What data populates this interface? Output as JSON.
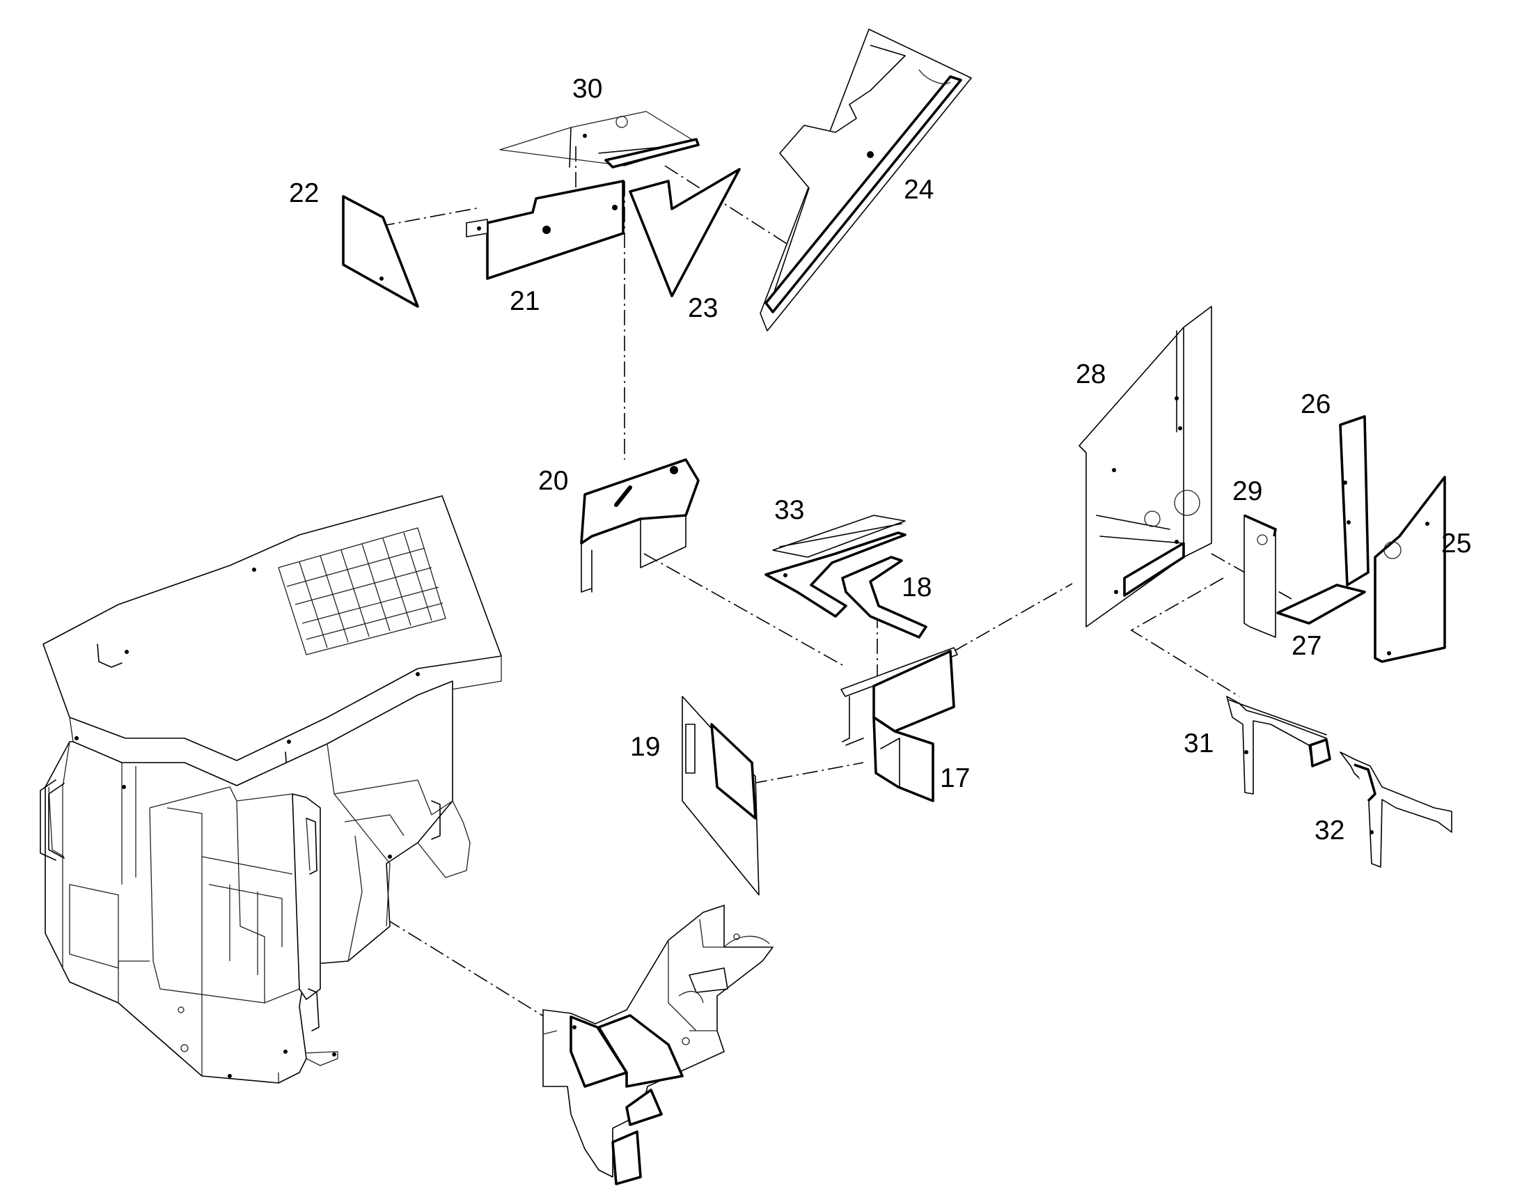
{
  "callouts": [
    {
      "id": "c17",
      "text": "17"
    },
    {
      "id": "c18",
      "text": "18"
    },
    {
      "id": "c19",
      "text": "19"
    },
    {
      "id": "c20",
      "text": "20"
    },
    {
      "id": "c21",
      "text": "21"
    },
    {
      "id": "c22",
      "text": "22"
    },
    {
      "id": "c23",
      "text": "23"
    },
    {
      "id": "c24",
      "text": "24"
    },
    {
      "id": "c25",
      "text": "25"
    },
    {
      "id": "c26",
      "text": "26"
    },
    {
      "id": "c27",
      "text": "27"
    },
    {
      "id": "c28",
      "text": "28"
    },
    {
      "id": "c29",
      "text": "29"
    },
    {
      "id": "c30",
      "text": "30"
    },
    {
      "id": "c31",
      "text": "31"
    },
    {
      "id": "c32",
      "text": "32"
    },
    {
      "id": "c33",
      "text": "33"
    }
  ],
  "colors": {
    "ink": "#000000",
    "background": "#ffffff"
  }
}
